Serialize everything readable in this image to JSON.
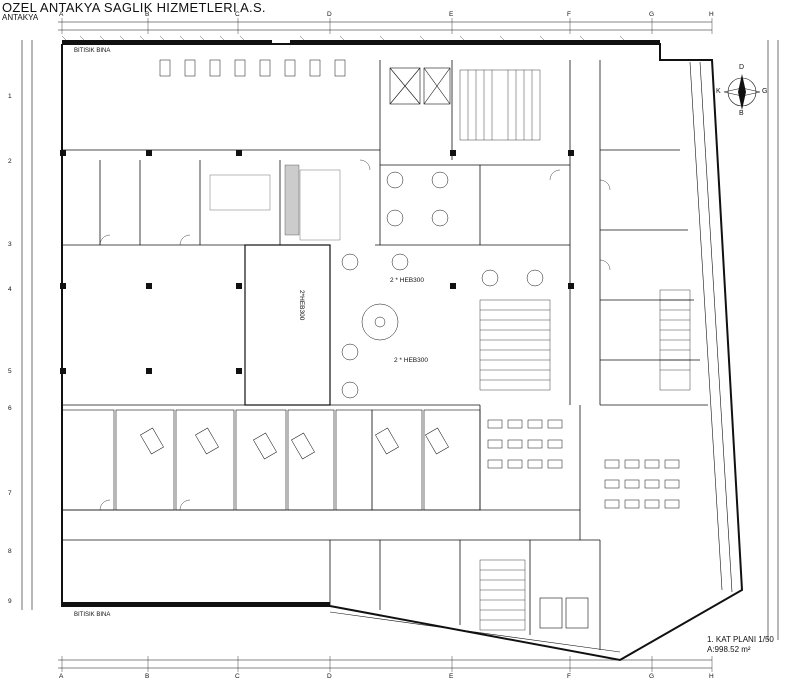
{
  "header": {
    "title": "OZEL ANTAKYA SAGLIK HIZMETLERI A.S.",
    "subtitle": "ANTAKYA"
  },
  "plan": {
    "name": "1. KAT PLANI 1/50",
    "area": "A:998.52 m²"
  },
  "adjacent": {
    "top": "BITISIK BINA",
    "bottom": "BITISIK BINA"
  },
  "beams": [
    "2 * HEB300",
    "2 * HEB300",
    "2*HEB300"
  ],
  "compass": {
    "north": "D",
    "south": "B",
    "west": "K",
    "east": "G"
  },
  "grid": {
    "columns_top": [
      "A",
      "B",
      "C",
      "D",
      "E",
      "F",
      "G",
      "H"
    ],
    "columns_bottom": [
      "A",
      "B",
      "C",
      "D",
      "E",
      "F",
      "G",
      "H"
    ],
    "rows_left": [
      "1",
      "2",
      "3",
      "4",
      "5",
      "6",
      "7",
      "8",
      "9"
    ]
  },
  "colors": {
    "line": "#111111",
    "hatch": "#555555",
    "paper": "#ffffff"
  }
}
